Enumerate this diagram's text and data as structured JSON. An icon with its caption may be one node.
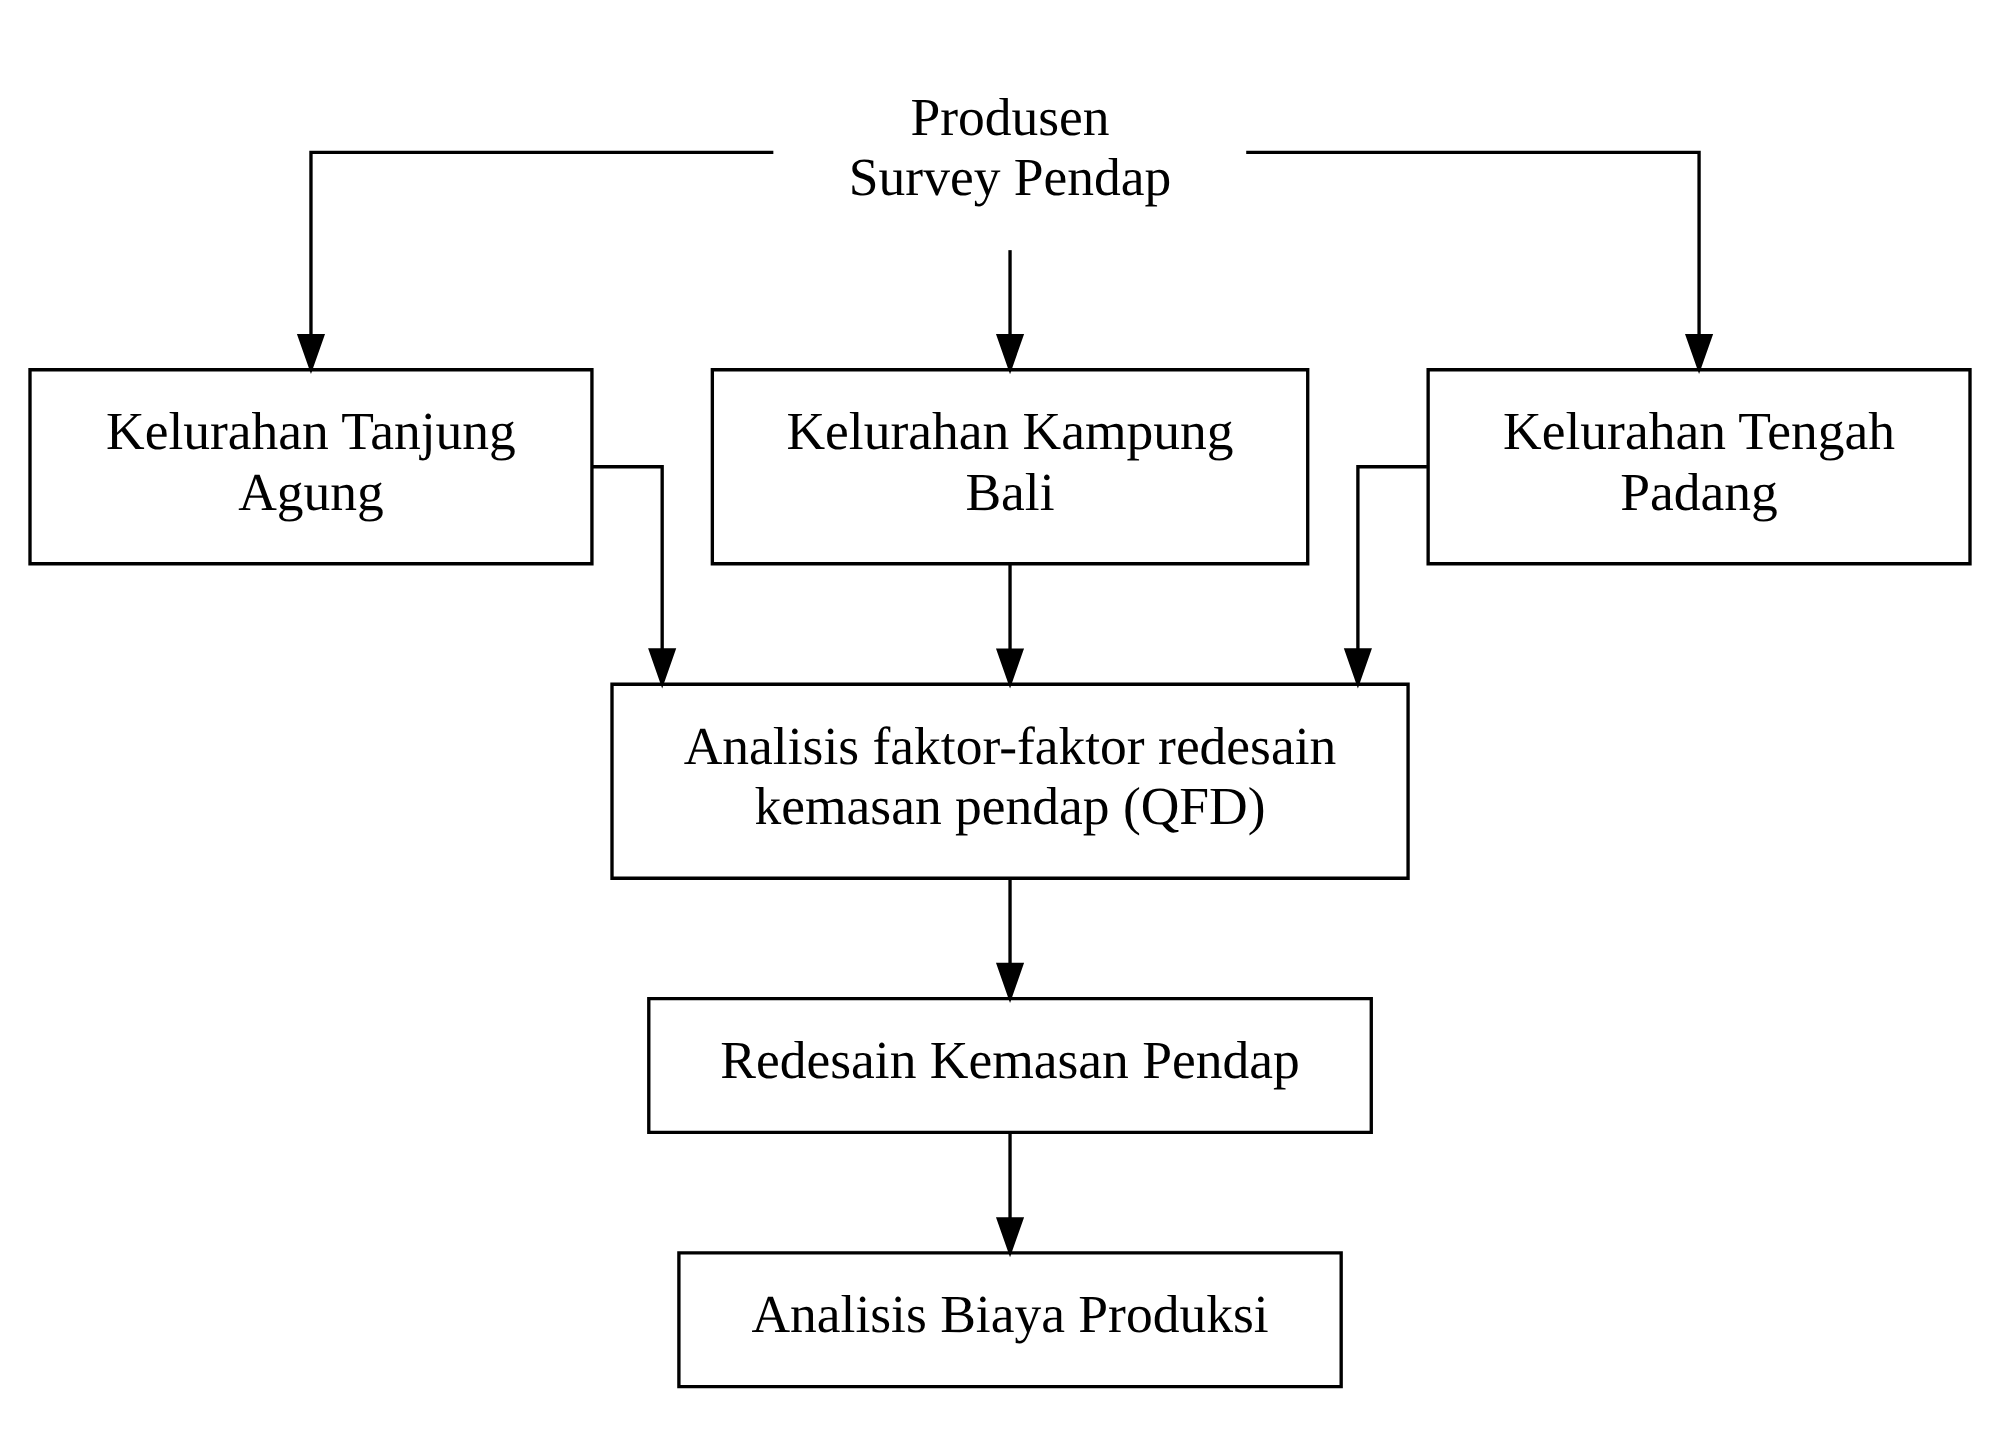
{
  "diagram": {
    "nodes": [
      {
        "text": [
          "Produsen Survey Pendap"
        ]
      },
      {
        "text": [
          "Kelurahan Tanjung Agung"
        ]
      },
      {
        "text": [
          "Kelurahan Kampung Bali"
        ]
      },
      {
        "text": [
          "Kelurahan Tengah Padang"
        ]
      },
      {
        "text": [
          "Analisis faktor-faktor redesain kemasan pendap (QFD)"
        ]
      },
      {
        "text": [
          "Redesain Kemasan Pendap"
        ]
      },
      {
        "text": [
          "Analisis Biaya Produksi"
        ]
      }
    ],
    "edges": [
      {
        "from": 0,
        "to": 1,
        "arrow": "to"
      },
      {
        "from": 0,
        "to": 2,
        "arrow": "to"
      },
      {
        "from": 0,
        "to": 3,
        "arrow": "to"
      },
      {
        "from": 1,
        "to": 4,
        "arrow": "to"
      },
      {
        "from": 2,
        "to": 4,
        "arrow": "to"
      },
      {
        "from": 3,
        "to": 4,
        "arrow": "to"
      },
      {
        "from": 4,
        "to": 5,
        "arrow": "to"
      },
      {
        "from": 5,
        "to": 6,
        "arrow": "to"
      }
    ]
  }
}
